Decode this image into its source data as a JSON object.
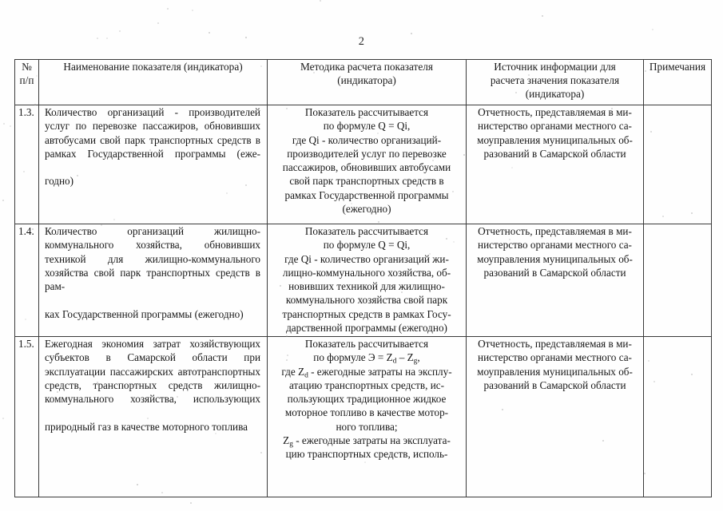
{
  "page": {
    "number": "2"
  },
  "table": {
    "headers": [
      {
        "line1": "№",
        "line2": "п/п"
      },
      {
        "line1": "Наименование показателя (индикатора)",
        "line2": ""
      },
      {
        "line1": "Методика расчета показателя",
        "line2": "(индикатора)"
      },
      {
        "line1": "Источник информации для",
        "line2": "расчета значения показателя",
        "line3": "(индикатора)"
      },
      {
        "line1": "Примечания",
        "line2": ""
      }
    ],
    "rows": [
      {
        "number": "1.3.",
        "name": "Количество организаций - производителей услуг по перевозке пассажиров, обновивших автобусами свой парк транспортных средств в рамках Государственной программы (еже-",
        "name_last_line": "годно)",
        "method_lines": [
          "Показатель рассчитывается",
          "по формуле Q = Qi,",
          "где Qi - количество организаций-",
          "производителей услуг по перевозке",
          "пассажиров, обновивших автобусами",
          "свой парк транспортных средств в",
          "рамках Государственной программы",
          "(ежегодно)"
        ],
        "source_lines": [
          "Отчетность, представляемая в ми-",
          "нистерство органами местного са-",
          "моуправления муниципальных об-",
          "разований в Самарской области"
        ],
        "note": ""
      },
      {
        "number": "1.4.",
        "name": "Количество организаций жилищно-коммунального хозяйства, обновивших техникой для жилищно-коммунального хозяйства свой парк транспортных средств в рам-",
        "name_last_line": "ках Государственной программы (ежегодно)",
        "method_lines": [
          "Показатель рассчитывается",
          "по формуле Q = Qi,",
          "где Qi - количество организаций жи-",
          "лищно-коммунального хозяйства, об-",
          "новивших техникой для жилищно-",
          "коммунального хозяйства свой парк",
          "транспортных средств в рамках Госу-",
          "дарственной программы (ежегодно)"
        ],
        "source_lines": [
          "Отчетность, представляемая в ми-",
          "нистерство органами местного са-",
          "моуправления муниципальных об-",
          "разований в Самарской области"
        ],
        "note": ""
      },
      {
        "number": "1.5.",
        "name": "Ежегодная экономия затрат хозяйствующих субъектов в Самарской области при эксплуатации пассажирских автотранспортных средств, транспортных средств жилищно-коммунального хозяйства, использующих",
        "name_last_line": "природный газ в качестве моторного топлива",
        "method_lines": [
          "Показатель рассчитывается",
          "по формуле Э = Z~d~ – Z~g~,",
          "где Z~d~ - ежегодные затраты на эксплу-",
          "атацию транспортных средств, ис-",
          "пользующих традиционное жидкое",
          "моторное топливо в качестве мотор-",
          "ного топлива;",
          "Z~g~ - ежегодные затраты на эксплуата-",
          "цию транспортных средств, исполь-"
        ],
        "source_lines": [
          "Отчетность, представляемая в ми-",
          "нистерство органами местного са-",
          "моуправления муниципальных об-",
          "разований в Самарской области"
        ],
        "note": ""
      }
    ]
  }
}
